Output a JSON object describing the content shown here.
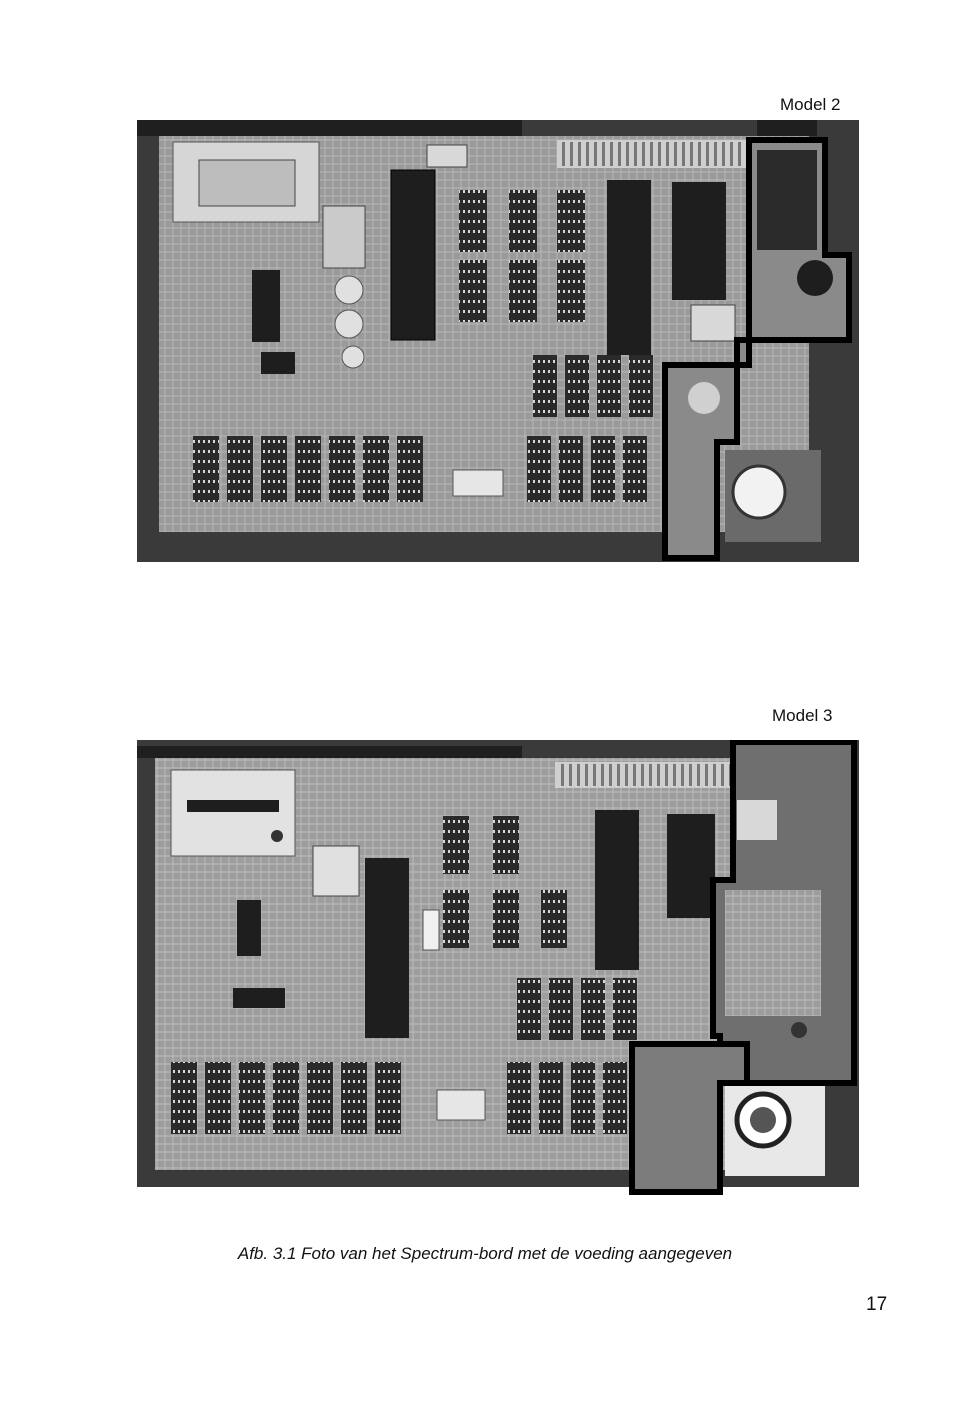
{
  "figures": [
    {
      "label": "Model 2",
      "icon": "circuit-board-photo"
    },
    {
      "label": "Model 3",
      "icon": "circuit-board-photo"
    }
  ],
  "caption": "Afb. 3.1 Foto van het Spectrum-bord met de voeding aangegeven",
  "page_number": "17"
}
